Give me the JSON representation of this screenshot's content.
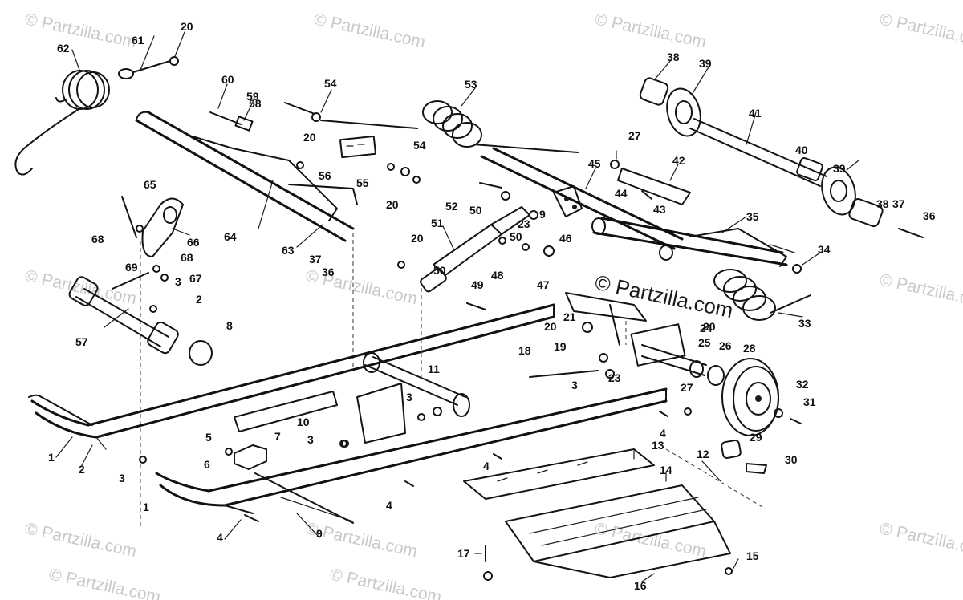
{
  "diagram": {
    "watermark_text": "© Partzilla.com",
    "watermark_main_text": "© Partzilla.com",
    "part_labels": [
      "1",
      "1",
      "2",
      "2",
      "3",
      "3",
      "3",
      "3",
      "3",
      "4",
      "4",
      "4",
      "4",
      "5",
      "6",
      "7",
      "8",
      "9",
      "9",
      "10",
      "11",
      "12",
      "13",
      "14",
      "15",
      "16",
      "17",
      "18",
      "19",
      "20",
      "20",
      "20",
      "20",
      "20",
      "20",
      "21",
      "23",
      "23",
      "24",
      "25",
      "26",
      "27",
      "27",
      "28",
      "29",
      "30",
      "31",
      "32",
      "33",
      "34",
      "35",
      "36",
      "36",
      "37",
      "37",
      "38",
      "38",
      "39",
      "39",
      "40",
      "41",
      "42",
      "43",
      "44",
      "45",
      "46",
      "47",
      "48",
      "49",
      "50",
      "50",
      "50",
      "51",
      "52",
      "53",
      "54",
      "54",
      "55",
      "56",
      "57",
      "58",
      "59",
      "60",
      "61",
      "62",
      "63",
      "64",
      "65",
      "66",
      "67",
      "68",
      "68",
      "69"
    ]
  }
}
